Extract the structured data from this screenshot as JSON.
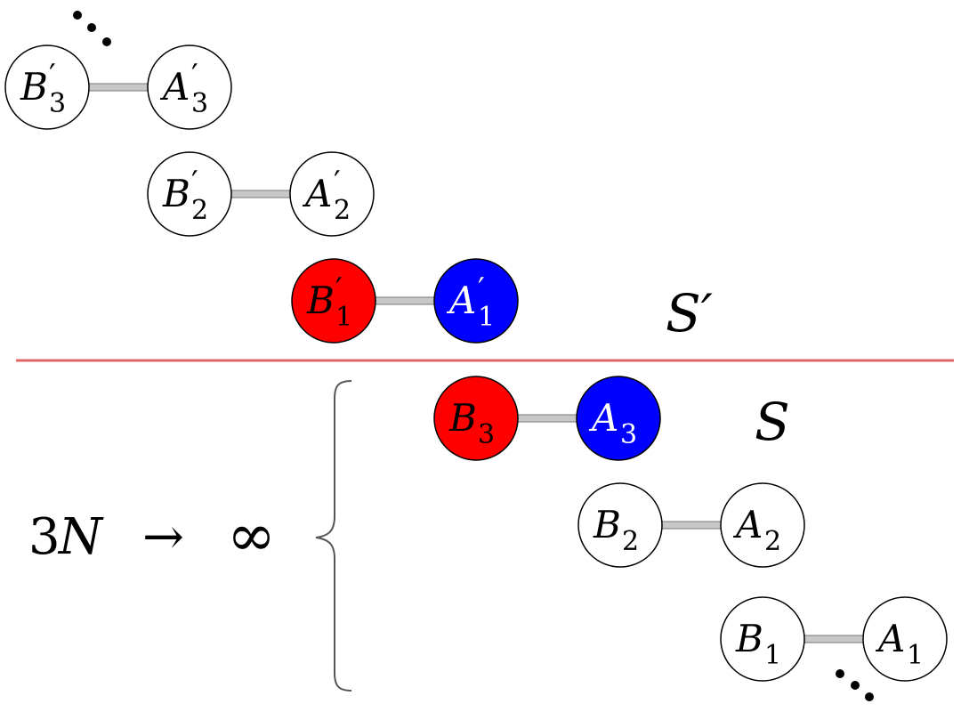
{
  "colors": {
    "red": "#ff0000",
    "blue": "#0000ff",
    "white": "#ffffff",
    "divider": "#e06666",
    "bond": "#c8c8c8",
    "ink": "#000000",
    "brace": "#555555"
  },
  "upper_region": {
    "label": "S′",
    "pairs": [
      {
        "b_name": "B",
        "b_sub": "3",
        "a_name": "A",
        "a_sub": "3",
        "prime": "′",
        "color": "white"
      },
      {
        "b_name": "B",
        "b_sub": "2",
        "a_name": "A",
        "a_sub": "2",
        "prime": "′",
        "color": "white"
      },
      {
        "b_name": "B",
        "b_sub": "1",
        "a_name": "A",
        "a_sub": "1",
        "prime": "′",
        "color": "highlight"
      }
    ]
  },
  "lower_region": {
    "label": "S",
    "pairs": [
      {
        "b_name": "B",
        "b_sub": "3",
        "a_name": "A",
        "a_sub": "3",
        "prime": "",
        "color": "highlight"
      },
      {
        "b_name": "B",
        "b_sub": "2",
        "a_name": "A",
        "a_sub": "2",
        "prime": "",
        "color": "white"
      },
      {
        "b_name": "B",
        "b_sub": "1",
        "a_name": "A",
        "a_sub": "1",
        "prime": "",
        "color": "white"
      }
    ]
  },
  "limit_label": {
    "three": "3",
    "n": "N",
    "arrow": "→",
    "infinity": "∞"
  }
}
